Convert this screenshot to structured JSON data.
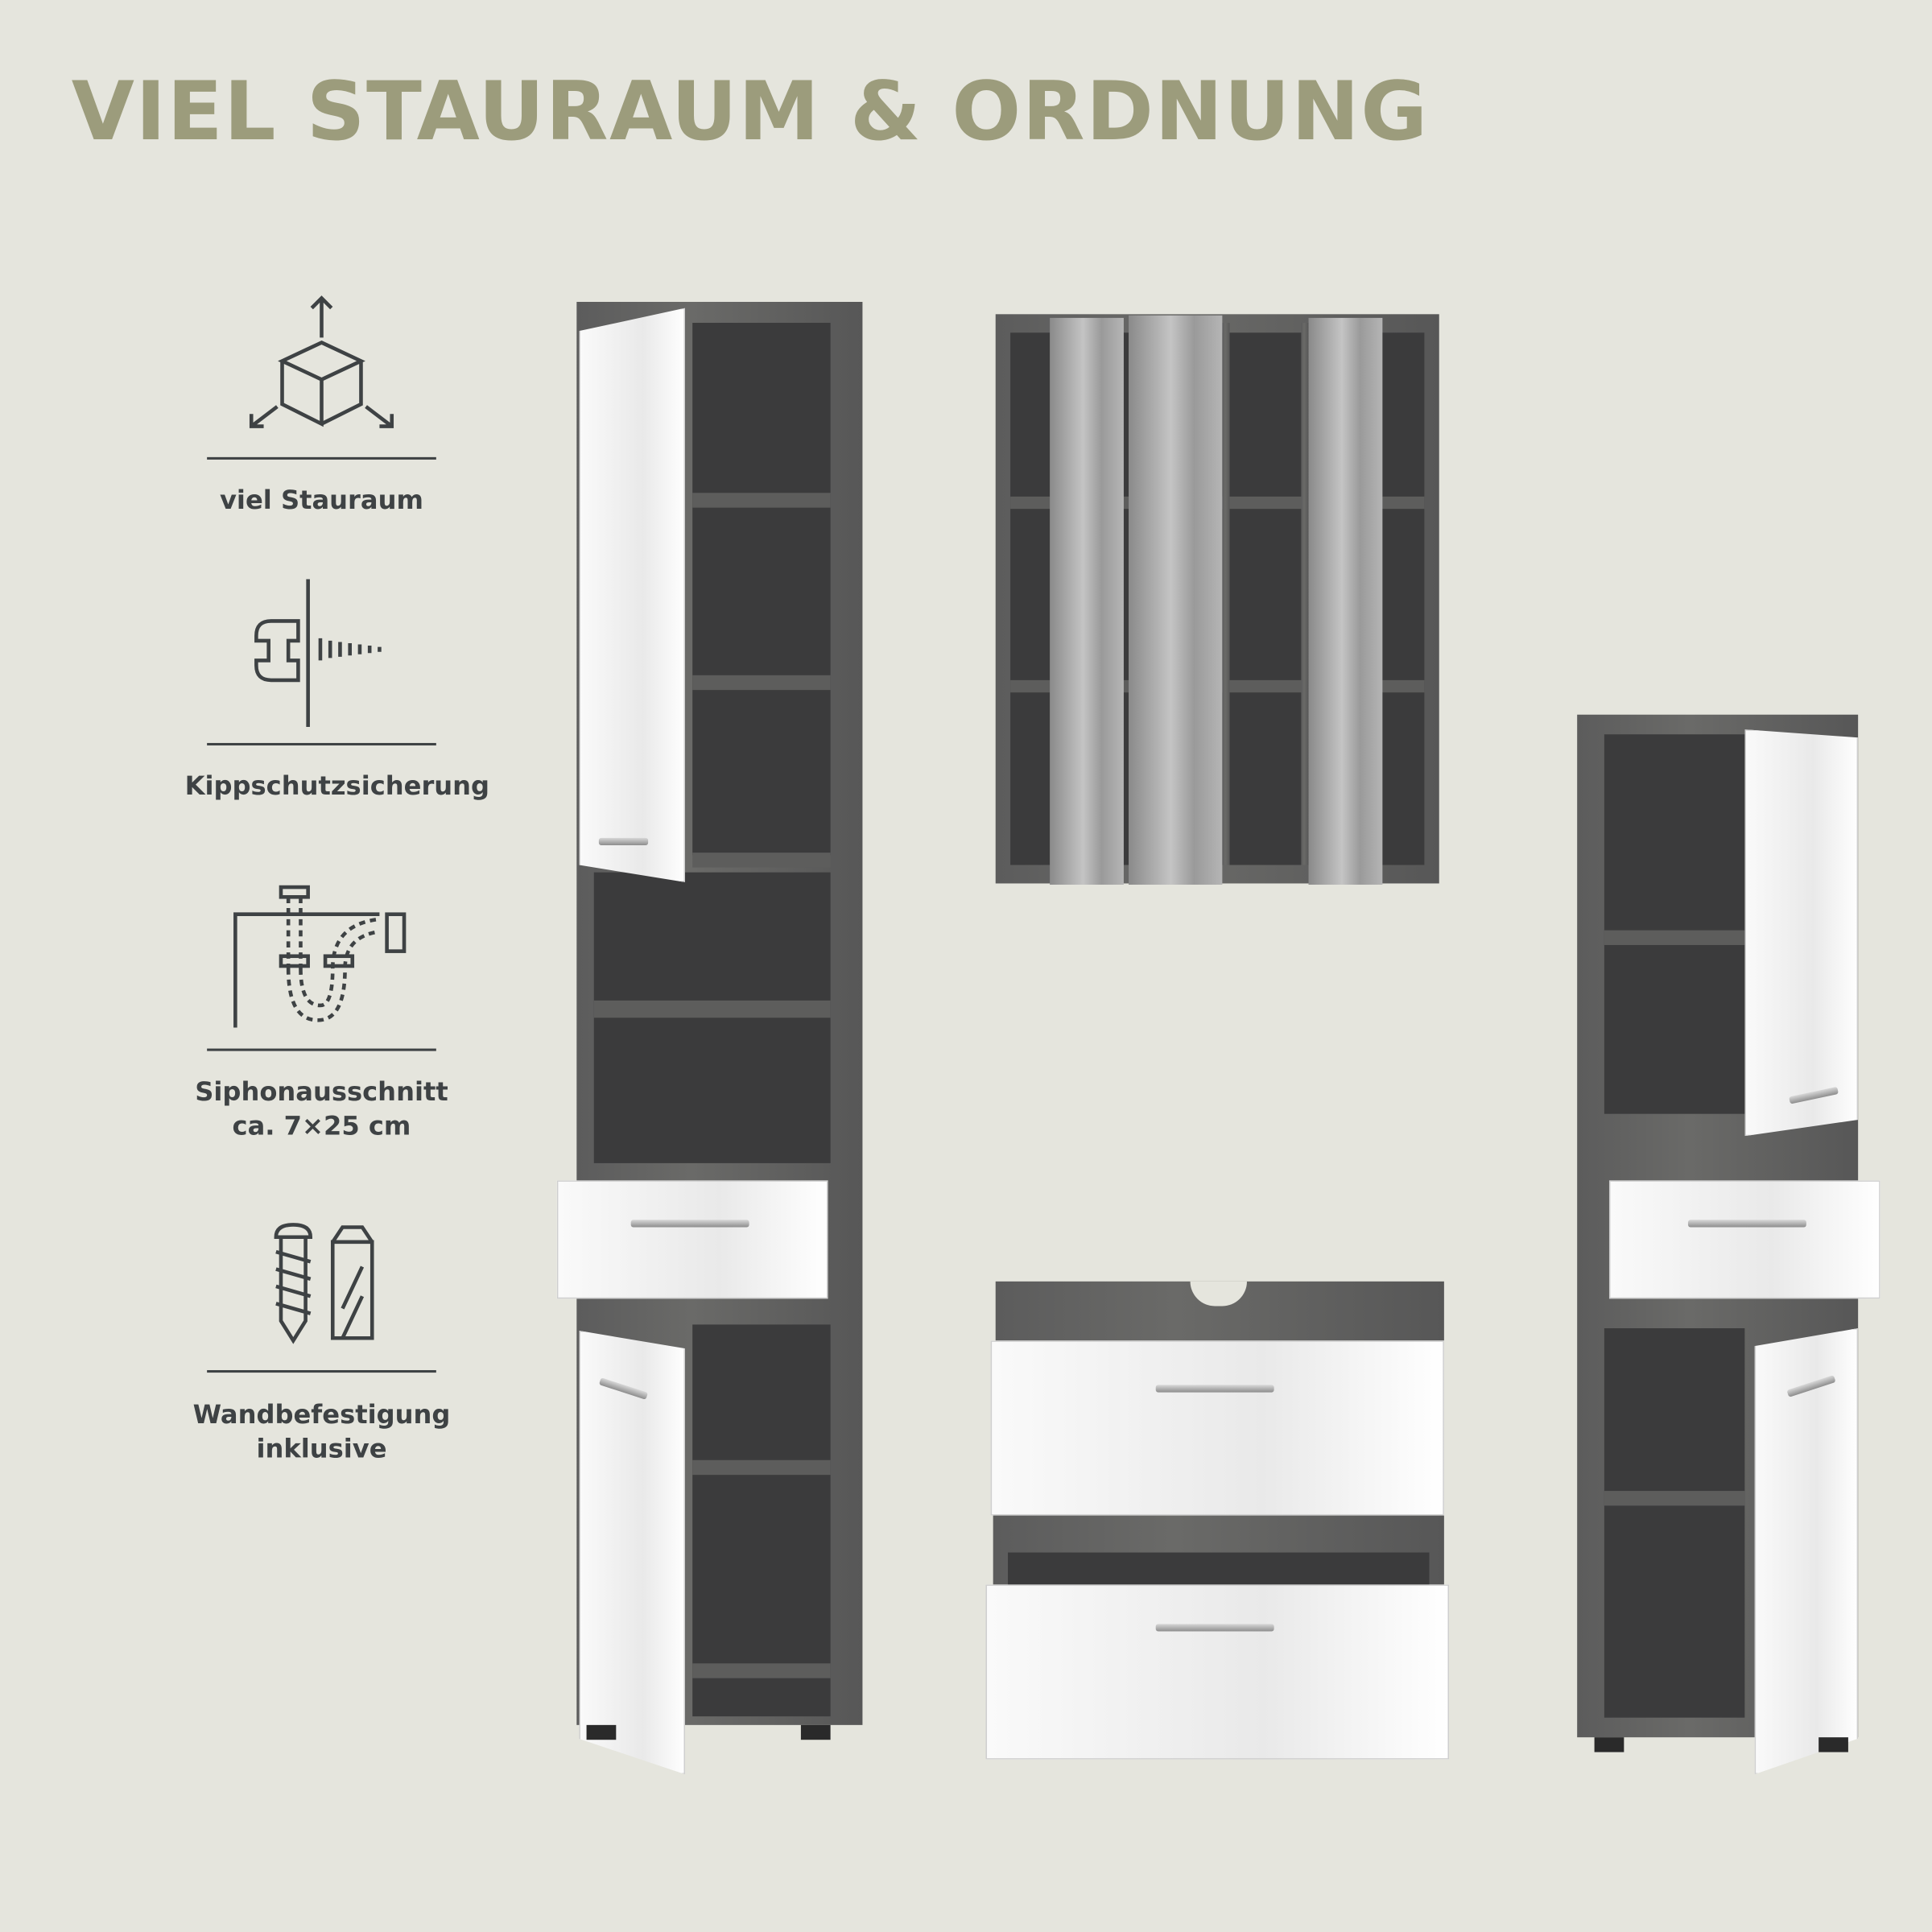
{
  "title": "VIEL STAURAUM & ORDNUNG",
  "features": [
    {
      "icon": "cube-dimensions-icon",
      "label": "viel Stauraum"
    },
    {
      "icon": "anti-tip-wall-anchor-icon",
      "label": "Kippschutzsicherung"
    },
    {
      "icon": "siphon-pipe-icon",
      "label": "Siphonausschnitt",
      "sublabel": "ca. 7×25 cm"
    },
    {
      "icon": "screw-dowel-icon",
      "label": "Wandbefestigung",
      "sublabel": "inklusive"
    }
  ],
  "colors": {
    "background": "#e5e5dd",
    "title": "#9c9c7c",
    "text": "#3e4244",
    "wood": "#5c5c5c",
    "front": "#f5f5f5"
  }
}
